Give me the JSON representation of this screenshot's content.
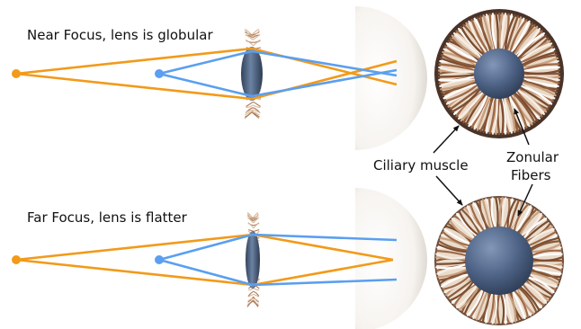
{
  "labels": {
    "near": "Near Focus, lens is globular",
    "far": "Far Focus, lens is flatter",
    "ciliary": "Ciliary muscle",
    "zonular_line1": "Zonular",
    "zonular_line2": "Fibers"
  },
  "colors": {
    "near_ray": "#f29a1a",
    "far_ray": "#5a9ff0",
    "lens": "#4e6788",
    "fibers": "#b07a55",
    "muscle_rim": "#4a3328",
    "background": "#ffffff"
  },
  "icons": {
    "near_eye": "eye-cross-section-icon",
    "far_eye": "eye-cross-section-icon",
    "ciliary_top": "ciliary-body-icon",
    "ciliary_bottom": "ciliary-body-icon"
  }
}
